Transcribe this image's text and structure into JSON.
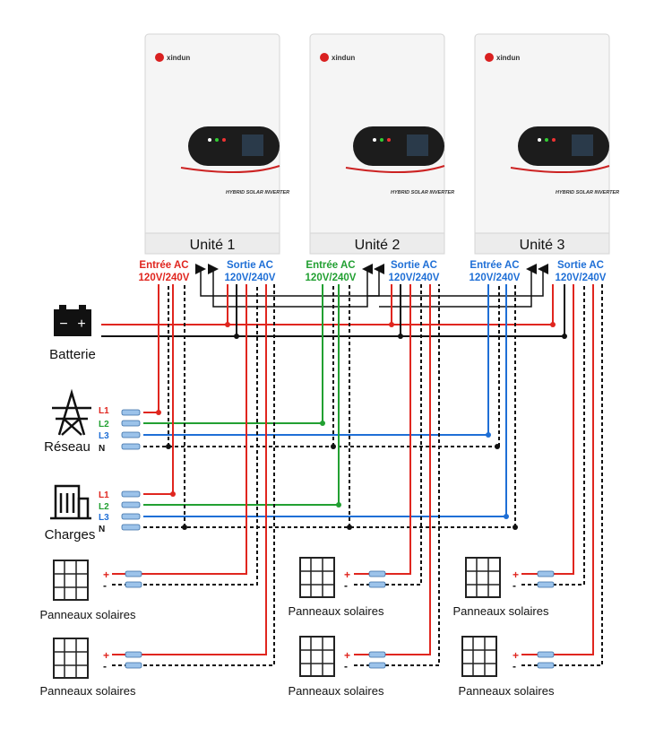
{
  "units": [
    {
      "label": "Unité 1",
      "brand": "xindun",
      "model": "HYBRID SOLAR INVERTER"
    },
    {
      "label": "Unité 2",
      "brand": "xindun",
      "model": "HYBRID SOLAR INVERTER"
    },
    {
      "label": "Unité 3",
      "brand": "xindun",
      "model": "HYBRID SOLAR INVERTER"
    }
  ],
  "ports": {
    "input_label": "Entrée AC",
    "output_label": "Sortie AC",
    "voltage": "120V/240V"
  },
  "sources": {
    "battery": {
      "label": "Batterie",
      "minus": "−",
      "plus": "+"
    },
    "grid": {
      "label": "Réseau",
      "lines": [
        "L1",
        "L2",
        "L3",
        "N"
      ]
    },
    "loads": {
      "label": "Charges",
      "lines": [
        "L1",
        "L2",
        "L3",
        "N"
      ]
    }
  },
  "panels": {
    "label": "Panneaux solaires",
    "plus": "+",
    "minus": "-"
  },
  "colors": {
    "red": "#e0261f",
    "green": "#22a032",
    "blue": "#1f6fd6",
    "black": "#111111",
    "inverter_body": "#f3f3f3",
    "display": "#1c1c1c"
  }
}
